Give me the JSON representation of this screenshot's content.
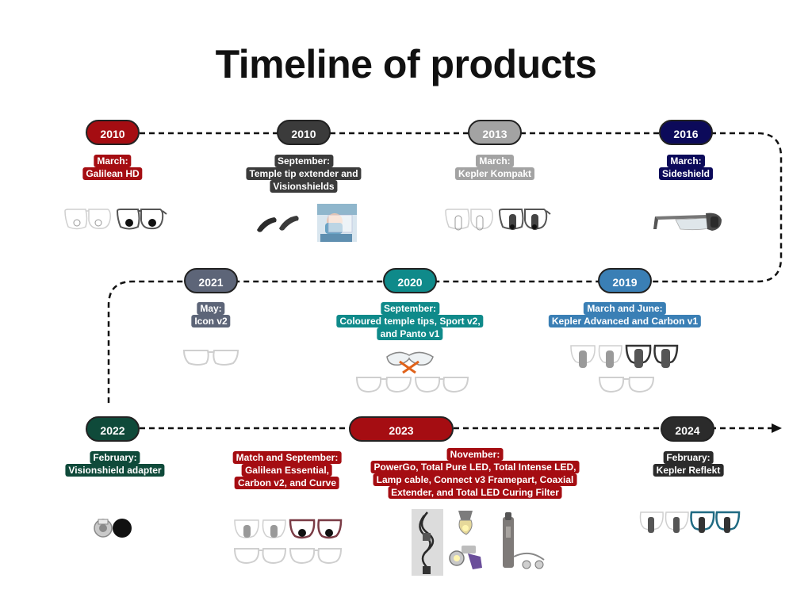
{
  "title": "Timeline of products",
  "colors": {
    "red": "#a50d12",
    "dark_gray": "#3b3b3b",
    "light_gray": "#a3a3a3",
    "navy": "#0c0a5a",
    "slate": "#5d6578",
    "teal": "#0f8a8a",
    "blue": "#3a7fb5",
    "dark_green": "#0f4a3a",
    "charcoal": "#2b2b2b",
    "connector": "#111111"
  },
  "events": [
    {
      "year": "2010",
      "lines": [
        "March:",
        "Galilean HD"
      ],
      "color": "#a50d12",
      "icons": [
        "galilean-hd-glasses-icon"
      ]
    },
    {
      "year": "2010",
      "lines": [
        "September:",
        "Temple tip extender and",
        "Visionshields"
      ],
      "color": "#3b3b3b",
      "icons": [
        "temple-tip-extender-icon",
        "visionshield-photo-icon"
      ]
    },
    {
      "year": "2013",
      "lines": [
        "March:",
        "Kepler Kompakt"
      ],
      "color": "#a3a3a3",
      "icons": [
        "kepler-kompakt-glasses-icon"
      ]
    },
    {
      "year": "2016",
      "lines": [
        "March:",
        "Sideshield"
      ],
      "color": "#0c0a5a",
      "icons": [
        "sideshield-glasses-icon"
      ]
    },
    {
      "year": "2021",
      "lines": [
        "May:",
        "Icon v2"
      ],
      "color": "#5d6578",
      "icons": [
        "icon-v2-frame-icon"
      ]
    },
    {
      "year": "2020",
      "lines": [
        "September:",
        "Coloured temple tips, Sport v2,",
        "and Panto v1"
      ],
      "color": "#0f8a8a",
      "icons": [
        "sport-v2-glasses-icon",
        "panto-v1-frames-icon"
      ]
    },
    {
      "year": "2019",
      "lines": [
        "March and June:",
        "Kepler Advanced and Carbon v1"
      ],
      "color": "#3a7fb5",
      "icons": [
        "kepler-advanced-glasses-icon",
        "carbon-v1-frame-icon"
      ]
    },
    {
      "year": "2022",
      "lines": [
        "February:",
        "Visionshield adapter"
      ],
      "color": "#0f4a3a",
      "icons": [
        "visionshield-adapter-icon"
      ]
    },
    {
      "year": "2023",
      "lines": [
        "Match and September:",
        "Galilean Essential,",
        "Carbon v2, and Curve"
      ],
      "color": "#a50d12",
      "icons": [
        "galilean-essential-glasses-icon",
        "curve-frames-icon"
      ]
    },
    {
      "year": "2023",
      "lines": [
        "November:",
        "PowerGo, Total Pure LED, Total Intense LED,",
        "Lamp cable, Connect v3 Framepart, Coaxial",
        "Extender, and Total LED Curing Filter"
      ],
      "color": "#a50d12",
      "icons": [
        "lamp-cable-photo-icon",
        "led-lamps-photo-icon",
        "powergo-battery-photo-icon"
      ]
    },
    {
      "year": "2024",
      "lines": [
        "February:",
        "Kepler Reflekt"
      ],
      "color": "#2b2b2b",
      "icons": [
        "kepler-reflekt-glasses-icon"
      ]
    }
  ]
}
